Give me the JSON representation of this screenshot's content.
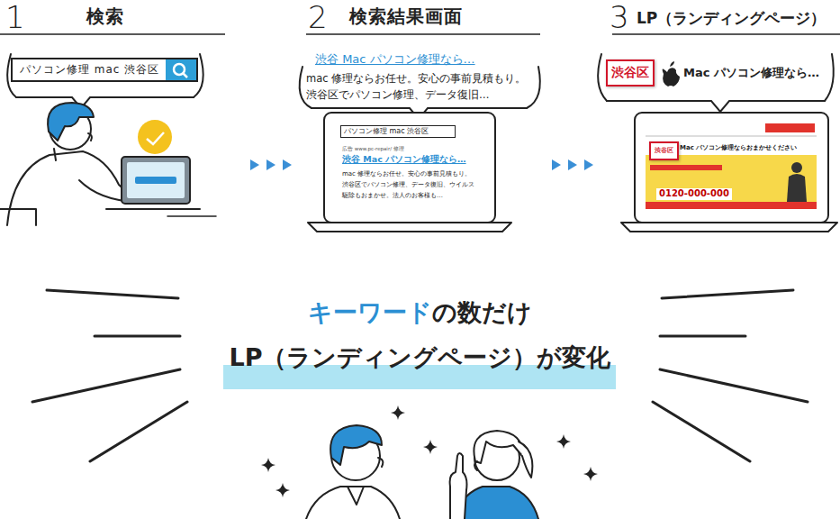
{
  "diagram": {
    "nodes": [
      {
        "text": [
          "1",
          "検索"
        ]
      },
      {
        "text": [
          "パソコン修理 mac 渋谷区"
        ],
        "in": 0
      },
      {
        "text": [
          "2",
          "検索結果画面"
        ]
      },
      {
        "text": [
          "渋谷 Mac パソコン修理なら…",
          "mac 修理ならお任せ。安心の事前見積もり。 渋谷区でパソコン修理、データ復旧…"
        ],
        "in": 2
      },
      {
        "text": [
          "パソコン修理 mac 渋谷区",
          "広告 www.pc-repair/ 修理",
          "渋谷 Mac パソコン修理なら…",
          "mac 修理ならお任せ。安心の事前見積もり。渋谷区でパソコン修理、データ復旧、ウイルス駆除もおまかせ。法人のお客様も…"
        ],
        "in": 2
      },
      {
        "text": [
          "3",
          "LP（ランディングページ）"
        ]
      },
      {
        "text": [
          "渋谷区",
          "Mac パソコン修理なら…"
        ],
        "in": 5
      },
      {
        "text": [
          "渋谷区",
          "Mac パソコン修理ならおまかせください",
          "0120-000-000"
        ],
        "in": 5
      },
      {
        "text": [
          "キーワード",
          "の数だけ",
          "LP（ランディングページ）が変化"
        ]
      }
    ],
    "edges": [
      {
        "from": 0,
        "to": 2,
        "arrow": "to"
      },
      {
        "from": 2,
        "to": 5,
        "arrow": "to"
      }
    ]
  }
}
